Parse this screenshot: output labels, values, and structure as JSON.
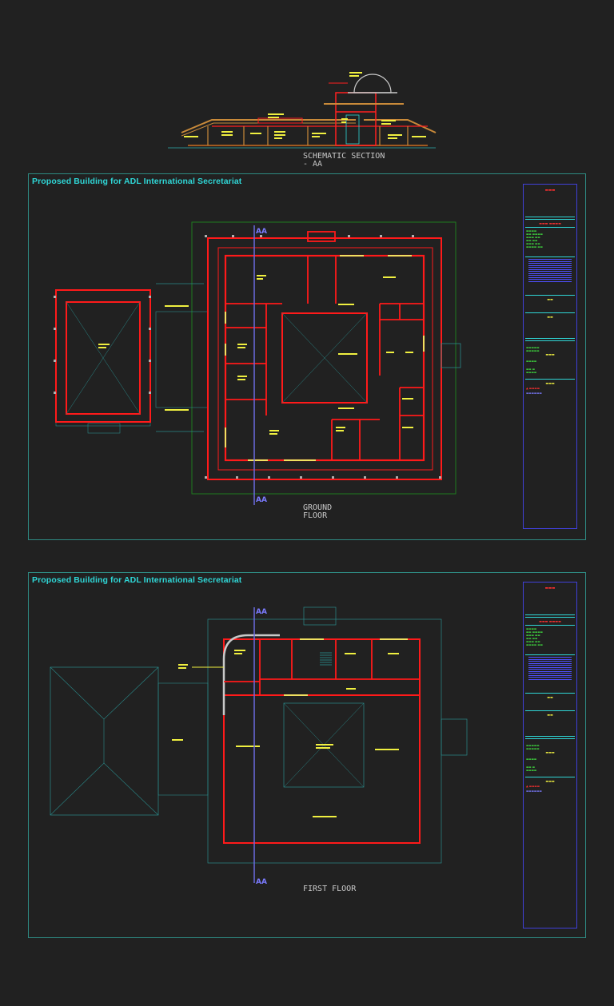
{
  "section": {
    "caption": "SCHEMATIC SECTION\n- AA"
  },
  "sheets": [
    {
      "title": "Proposed Building for ADL International Secretariat",
      "floor_caption": "GROUND\nFLOOR",
      "section_marker": "AA"
    },
    {
      "title": "Proposed Building for ADL International Secretariat",
      "floor_caption": "FIRST FLOOR",
      "section_marker": "AA"
    }
  ],
  "colors": {
    "background": "#212121",
    "frame": "#2e8a82",
    "walls": "#ff1a1a",
    "title_text": "#2fd6d6",
    "section_line": "#6a6ae0",
    "labels": "#f0f040",
    "site_boundary": "#1e7a1e"
  }
}
